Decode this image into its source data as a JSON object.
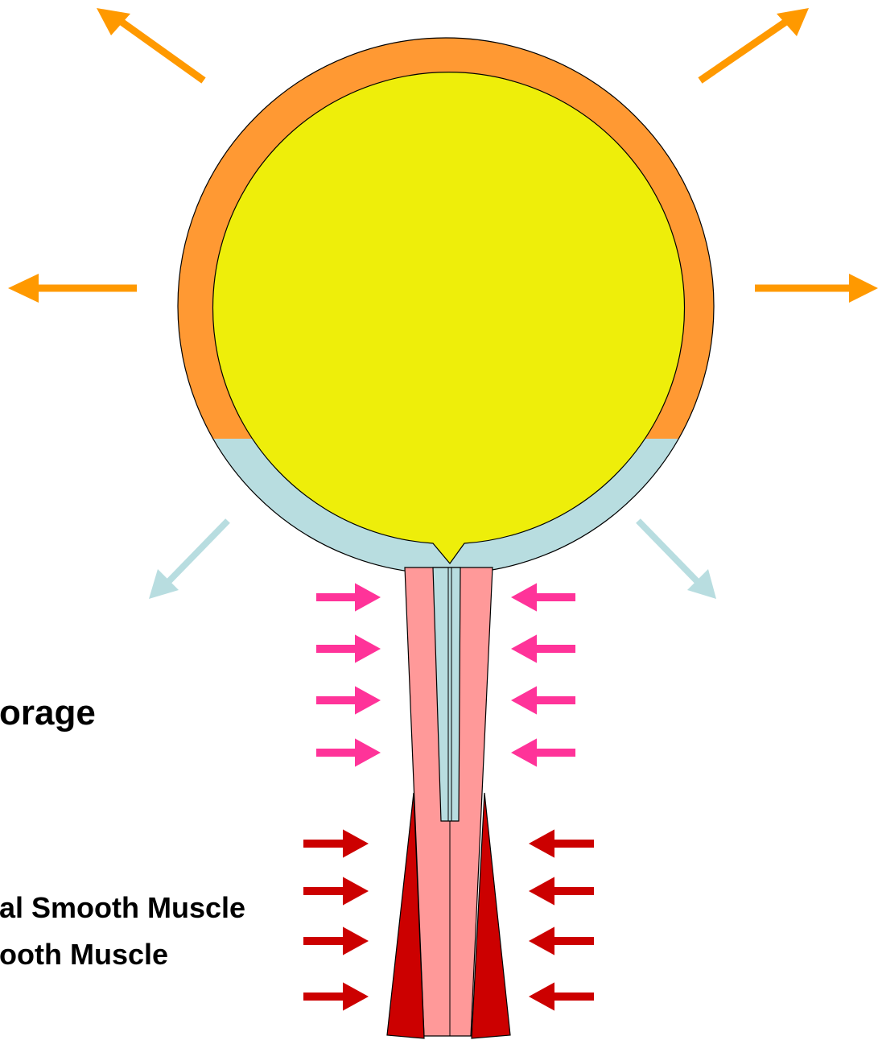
{
  "labels": {
    "storage": "orage",
    "smooth_muscle_1": "al Smooth Muscle",
    "smooth_muscle_2": "ooth Muscle"
  },
  "colors": {
    "outer_wall": "#ff9933",
    "lower_wall": "#b8dde0",
    "lumen": "#eeee0a",
    "inner_tube": "#b8dde0",
    "outer_tube": "#ff9999",
    "sphincter": "#cc0000",
    "arrow_orange": "#ff9900",
    "arrow_lightblue": "#b8dde0",
    "arrow_pink": "#ff3399",
    "arrow_red": "#cc0000",
    "outline": "#000000"
  }
}
